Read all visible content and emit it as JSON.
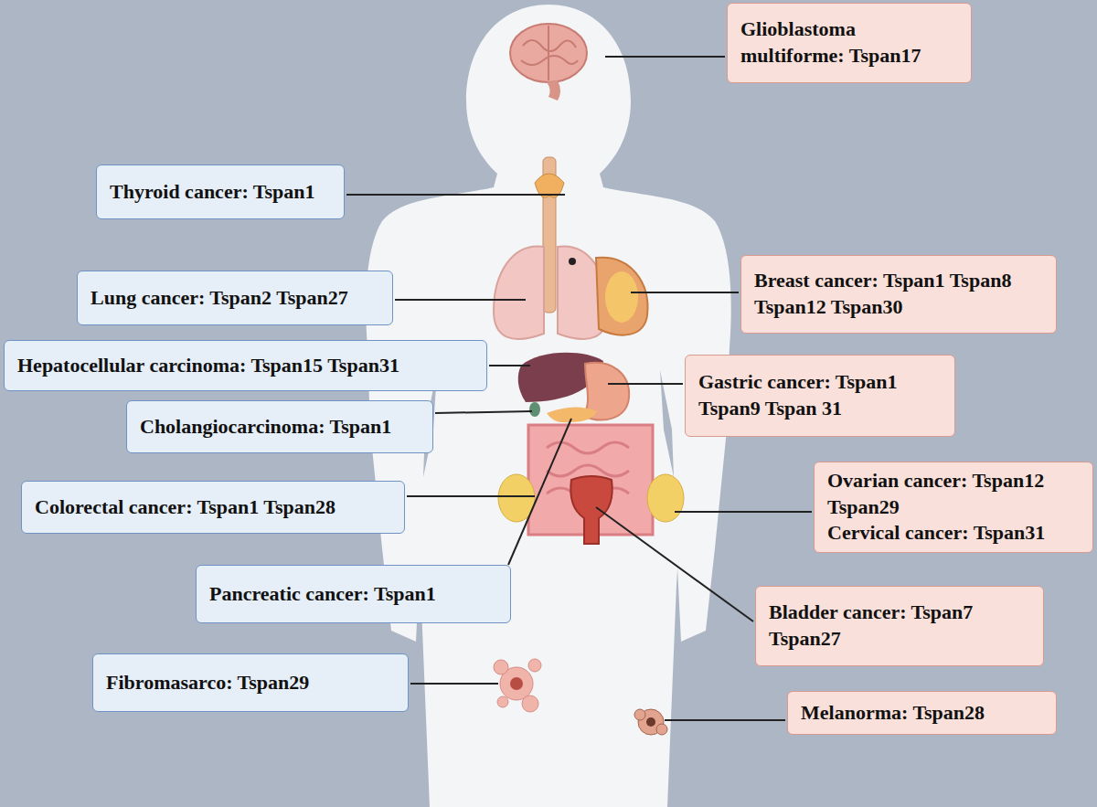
{
  "diagram": {
    "nodes": [
      {
        "text": [
          "Glioblastoma multiforme: Tspan17"
        ]
      },
      {
        "text": [
          "Thyroid cancer: Tspan1"
        ]
      },
      {
        "text": [
          "Lung cancer: Tspan2 Tspan27"
        ]
      },
      {
        "text": [
          "Breast cancer: Tspan1 Tspan8 Tspan12 Tspan30"
        ]
      },
      {
        "text": [
          "Hepatocellular carcinoma: Tspan15 Tspan31"
        ]
      },
      {
        "text": [
          "Cholangiocarcinoma: Tspan1"
        ]
      },
      {
        "text": [
          "Gastric cancer: Tspan1 Tspan9 Tspan 31"
        ]
      },
      {
        "text": [
          "Colorectal cancer: Tspan1 Tspan28"
        ]
      },
      {
        "text": [
          "Ovarian cancer: Tspan12 Tspan29",
          "Cervical cancer: Tspan31"
        ]
      },
      {
        "text": [
          "Pancreatic cancer: Tspan1"
        ]
      },
      {
        "text": [
          "Bladder cancer: Tspan7 Tspan27"
        ]
      },
      {
        "text": [
          "Fibromasarco: Tspan29"
        ]
      },
      {
        "text": [
          "Melanorma: Tspan28"
        ]
      }
    ]
  }
}
